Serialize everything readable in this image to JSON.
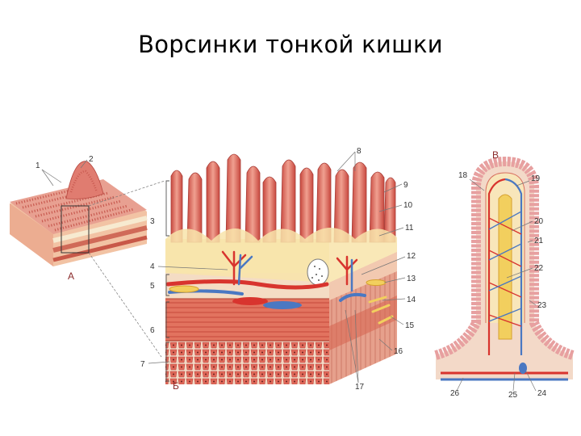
{
  "title": "Ворсинки тонкой кишки",
  "colors": {
    "villus": "#e8857a",
    "villus_dark": "#c8483f",
    "submucosa": "#f6e6b4",
    "muscle": "#e06a58",
    "vein": "#4a78c2",
    "artery": "#d8342e",
    "lacteal": "#f2cf5e"
  },
  "panels": {
    "a": "А",
    "b": "Б",
    "v": "В"
  },
  "labels": {
    "n1": "1",
    "n2": "2",
    "n3": "3",
    "n4": "4",
    "n5": "5",
    "n6": "6",
    "n7": "7",
    "n8": "8",
    "n9": "9",
    "n10": "10",
    "n11": "11",
    "n12": "12",
    "n13": "13",
    "n14": "14",
    "n15": "15",
    "n16": "16",
    "n17": "17",
    "n18": "18",
    "n19": "19",
    "n20": "20",
    "n21": "21",
    "n22": "22",
    "n23": "23",
    "n24": "24",
    "n25": "25",
    "n26": "26"
  }
}
